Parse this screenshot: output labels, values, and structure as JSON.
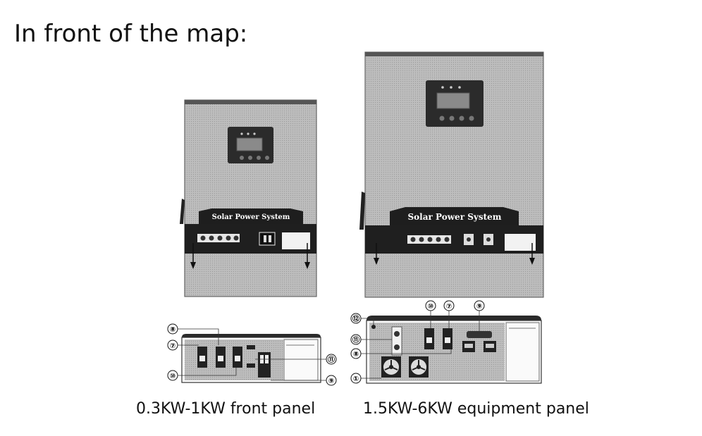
{
  "page": {
    "heading": "In front of the map:",
    "caption_left": "0.3KW-1KW front panel",
    "caption_right": "1.5KW-6KW equipment panel",
    "brand_label_small": "Solar Power System",
    "brand_label_large": "Solar Power System"
  },
  "callouts": {
    "small_panel": [
      "⑧",
      "⑦",
      "⑩",
      "⑪",
      "⑨"
    ],
    "large_panel": [
      "⑫",
      "⑪",
      "⑧",
      "①",
      "⑩",
      "⑦",
      "⑨"
    ]
  }
}
